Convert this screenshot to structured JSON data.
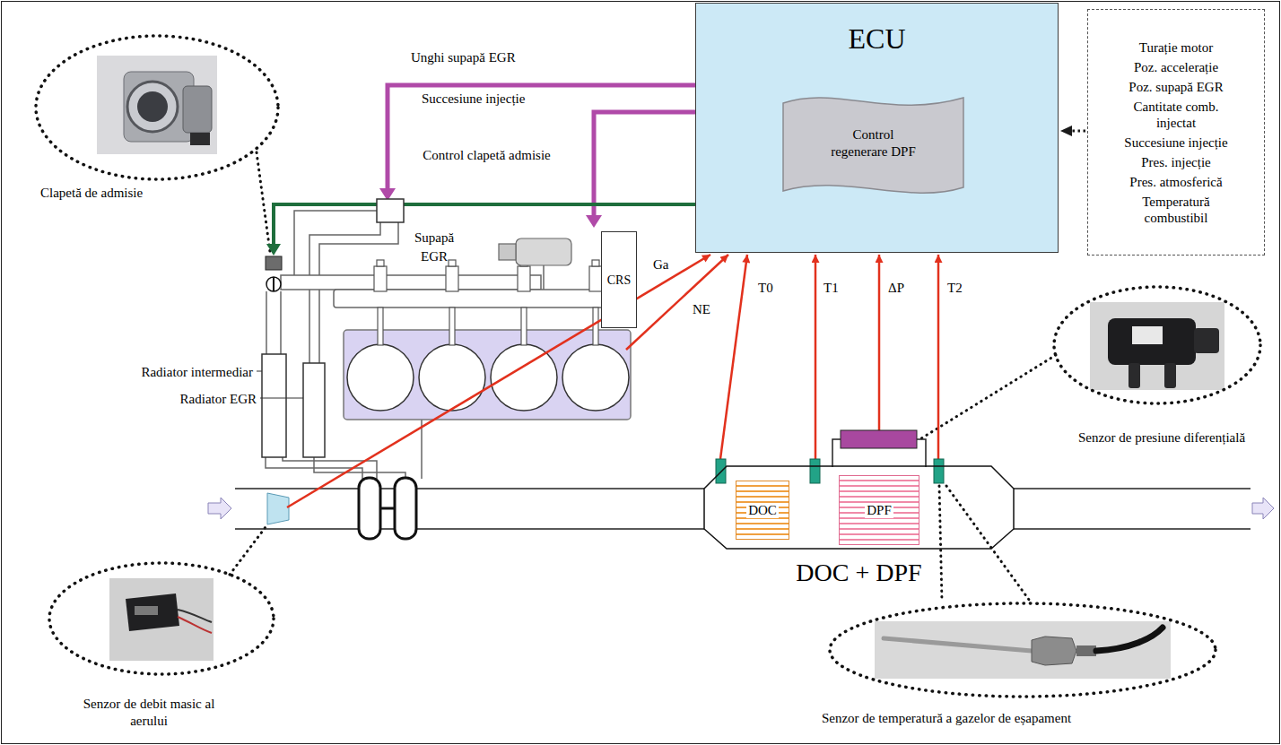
{
  "diagram": {
    "nodes": [
      {
        "text": [
          "ECU"
        ]
      },
      {
        "text": [
          "Control regenerare DPF"
        ],
        "in": 0
      },
      {
        "text": [
          "Turație motor",
          "Poz. accelerație",
          "Poz. supapă EGR",
          "Cantitate comb. injectat",
          "Succesiune injecție",
          "Pres. injecție",
          "Pres. atmosferică",
          "Temperatură combustibil"
        ]
      },
      {
        "text": [
          "CRS"
        ]
      },
      {
        "text": [
          "DOC + DPF"
        ]
      },
      {
        "text": [
          "DOC"
        ],
        "in": 4
      },
      {
        "text": [
          "DPF"
        ],
        "in": 4
      }
    ],
    "edges": [
      {
        "from": 2,
        "to": 0,
        "arrow": "to"
      }
    ],
    "labels": [
      "Unghi supapă EGR",
      "Succesiune injecție",
      "Control clapetă admisie",
      "Clapetă de admisie",
      "Supapă EGR",
      "Radiator intermediar",
      "Radiator EGR",
      "NE",
      "Ga",
      "T0",
      "T1",
      "ΔP",
      "T2",
      "Senzor de presiune diferențială",
      "Senzor de debit masic al aerului",
      "Senzor de temperatură a gazelor de eșapament"
    ]
  }
}
